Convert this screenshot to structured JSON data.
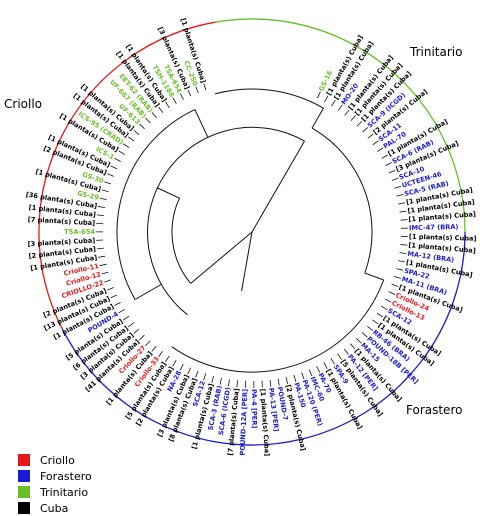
{
  "groups": {
    "criollo": {
      "label": "Criollo",
      "color": "#e81818"
    },
    "forastero": {
      "label": "Forastero",
      "color": "#1a1ad6"
    },
    "trinitario": {
      "label": "Trinitario",
      "color": "#6abf28"
    },
    "cuba": {
      "label": "Cuba",
      "color": "#000000"
    }
  },
  "legend": [
    {
      "key": "criollo",
      "label": "Criollo",
      "color": "#e81818"
    },
    {
      "key": "forastero",
      "label": "Forastero",
      "color": "#1a1ad6"
    },
    {
      "key": "trinitario",
      "label": "Trinitario",
      "color": "#6abf28"
    },
    {
      "key": "cuba",
      "label": "Cuba",
      "color": "#000000"
    }
  ],
  "leaves": [
    {
      "t": "GS-16",
      "g": "trinitario"
    },
    {
      "t": "[1 planta(s) Cuba]",
      "g": "cuba"
    },
    {
      "t": "[1 planta(s) Cuba]",
      "g": "cuba"
    },
    {
      "t": "MO-20",
      "g": "forastero"
    },
    {
      "t": "[1 planta(s) Cuba]",
      "g": "cuba"
    },
    {
      "t": "[1 planta(s) Cuba]",
      "g": "cuba"
    },
    {
      "t": "[1 planta(s) Cuba]",
      "g": "cuba"
    },
    {
      "t": "SCA-9 (ICGD)",
      "g": "forastero"
    },
    {
      "t": "[2 planta(s) Cuba]",
      "g": "cuba"
    },
    {
      "t": "SCA-11",
      "g": "forastero"
    },
    {
      "t": "PAL-70",
      "g": "forastero"
    },
    {
      "t": "[1 planta(s) Cuba]",
      "g": "cuba"
    },
    {
      "t": "SCA-6 (RAB)",
      "g": "forastero"
    },
    {
      "t": "[3 planta(s) Cuba]",
      "g": "cuba"
    },
    {
      "t": "SCA-10",
      "g": "forastero"
    },
    {
      "t": "UCTEEN-46",
      "g": "forastero"
    },
    {
      "t": "SCA-5 (RAB)",
      "g": "forastero"
    },
    {
      "t": "[1 planta(s) Cuba]",
      "g": "cuba"
    },
    {
      "t": "[1 planta(s) Cuba]",
      "g": "cuba"
    },
    {
      "t": "[1 planta(s) Cuba]",
      "g": "cuba"
    },
    {
      "t": "IMC-47 (BRA)",
      "g": "forastero"
    },
    {
      "t": "[1 planta(s) Cuba]",
      "g": "cuba"
    },
    {
      "t": "[1 planta(s) Cuba]",
      "g": "cuba"
    },
    {
      "t": "MA-12 (BRA)",
      "g": "forastero"
    },
    {
      "t": "[1 planta(s) Cuba]",
      "g": "cuba"
    },
    {
      "t": "SPA-22",
      "g": "forastero"
    },
    {
      "t": "MA-11 (BRA)",
      "g": "forastero"
    },
    {
      "t": "[1 planta(s) Cuba]",
      "g": "cuba"
    },
    {
      "t": "Criollo-24",
      "g": "criollo"
    },
    {
      "t": "Criollo-13",
      "g": "criollo"
    },
    {
      "t": "SCA-12",
      "g": "forastero"
    },
    {
      "t": "[1 planta(s) Cuba]",
      "g": "cuba"
    },
    {
      "t": "[1 planta(s) Cuba]",
      "g": "cuba"
    },
    {
      "t": "RB-46 (BRA)",
      "g": "forastero"
    },
    {
      "t": "POUND-18B [PER]",
      "g": "forastero"
    },
    {
      "t": "MA-15",
      "g": "forastero"
    },
    {
      "t": "[1 planta(s) Cuba]",
      "g": "cuba"
    },
    {
      "t": "PA-12 [PER]",
      "g": "forastero"
    },
    {
      "t": "[5 planta(s) Cuba]",
      "g": "cuba"
    },
    {
      "t": "SPA-9",
      "g": "forastero"
    },
    {
      "t": "[1 planta(s) Cuba]",
      "g": "cuba"
    },
    {
      "t": "PA-70",
      "g": "forastero"
    },
    {
      "t": "IMC-60",
      "g": "forastero"
    },
    {
      "t": "PA-120 (PER)",
      "g": "forastero"
    },
    {
      "t": "PA-150",
      "g": "forastero"
    },
    {
      "t": "[2 planta(s) Cuba]",
      "g": "cuba"
    },
    {
      "t": "POUND-7",
      "g": "forastero"
    },
    {
      "t": "PA-13 [PER]",
      "g": "forastero"
    },
    {
      "t": "[1 planta(s) Cuba]",
      "g": "cuba"
    },
    {
      "t": "PA-4 [PER]",
      "g": "forastero"
    },
    {
      "t": "POUND-12A [PER]",
      "g": "forastero"
    },
    {
      "t": "[7 planta(s) Cuba]",
      "g": "cuba"
    },
    {
      "t": "SCA-6 (ICGD)",
      "g": "forastero"
    },
    {
      "t": "SCA-3 (RAB)",
      "g": "forastero"
    },
    {
      "t": "[1 planta(s) Cuba]",
      "g": "cuba"
    },
    {
      "t": "SCA-12",
      "g": "forastero"
    },
    {
      "t": "[8 planta(s) Cuba]",
      "g": "cuba"
    },
    {
      "t": "[3 planta(s) Cuba]",
      "g": "cuba"
    },
    {
      "t": "NA-28",
      "g": "forastero"
    },
    {
      "t": "[2 planta(s) Cuba]",
      "g": "cuba"
    },
    {
      "t": "[5 planta(s) Cuba]",
      "g": "cuba"
    },
    {
      "t": "Criollo-33",
      "g": "criollo"
    },
    {
      "t": "[1 planta(s) Cuba]",
      "g": "cuba"
    },
    {
      "t": "Criollo-27",
      "g": "criollo"
    },
    {
      "t": "[41 planta(s) Cuba]",
      "g": "cuba"
    },
    {
      "t": "[3 planta(s) Cuba]",
      "g": "cuba"
    },
    {
      "t": "[6 planta(s) Cuba]",
      "g": "cuba"
    },
    {
      "t": "[5 planta(s) Cuba]",
      "g": "cuba"
    },
    {
      "t": "POUND-4",
      "g": "forastero"
    },
    {
      "t": "[1 planta(s) Cuba]",
      "g": "cuba"
    },
    {
      "t": "[13 planta(s) Cuba]",
      "g": "cuba"
    },
    {
      "t": "[2 planta(s) Cuba]",
      "g": "cuba"
    },
    {
      "t": "CRIOLLO-22",
      "g": "criollo"
    },
    {
      "t": "Criollo-12",
      "g": "criollo"
    },
    {
      "t": "Criollo-11",
      "g": "criollo"
    },
    {
      "t": "[1 planta(s) Cuba]",
      "g": "cuba"
    },
    {
      "t": "[2 planta(s) Cuba]",
      "g": "cuba"
    },
    {
      "t": "[3 planta(s) Cuba]",
      "g": "cuba"
    },
    {
      "t": "TSA-654",
      "g": "trinitario"
    },
    {
      "t": "[7 planta(s) Cuba]",
      "g": "cuba"
    },
    {
      "t": "[1 planta(s) Cuba]",
      "g": "cuba"
    },
    {
      "t": "[36 planta(s) Cuba]",
      "g": "cuba"
    },
    {
      "t": "GS-29",
      "g": "trinitario"
    },
    {
      "t": "[1 planta(s) Cuba]",
      "g": "cuba"
    },
    {
      "t": "GS-30",
      "g": "trinitario"
    },
    {
      "t": "[2 planta(s) Cuba]",
      "g": "cuba"
    },
    {
      "t": "[1 planta(s) Cuba]",
      "g": "cuba"
    },
    {
      "t": "ICS-1",
      "g": "trinitario"
    },
    {
      "t": "[1 planta(s) Cuba]",
      "g": "cuba"
    },
    {
      "t": "ICS-95 (CRAD)",
      "g": "trinitario"
    },
    {
      "t": "[1 planta(s) Cuba]",
      "g": "cuba"
    },
    {
      "t": "[1 planta(s) Cuba]",
      "g": "cuba"
    },
    {
      "t": "UF-613",
      "g": "trinitario"
    },
    {
      "t": "UF-667 (RAB)",
      "g": "trinitario"
    },
    {
      "t": "EET-62 (RAB)",
      "g": "trinitario"
    },
    {
      "t": "[1 planta(s) Cuba]",
      "g": "cuba"
    },
    {
      "t": "[1 planta(s) Cuba]",
      "g": "cuba"
    },
    {
      "t": "TSH-1188",
      "g": "trinitario"
    },
    {
      "t": "TSA-654",
      "g": "trinitario"
    },
    {
      "t": "[3 planta(s) Cuba]",
      "g": "cuba"
    },
    {
      "t": "CC-250",
      "g": "trinitario"
    },
    {
      "t": "[1 planta(s) Cuba]",
      "g": "cuba"
    }
  ]
}
